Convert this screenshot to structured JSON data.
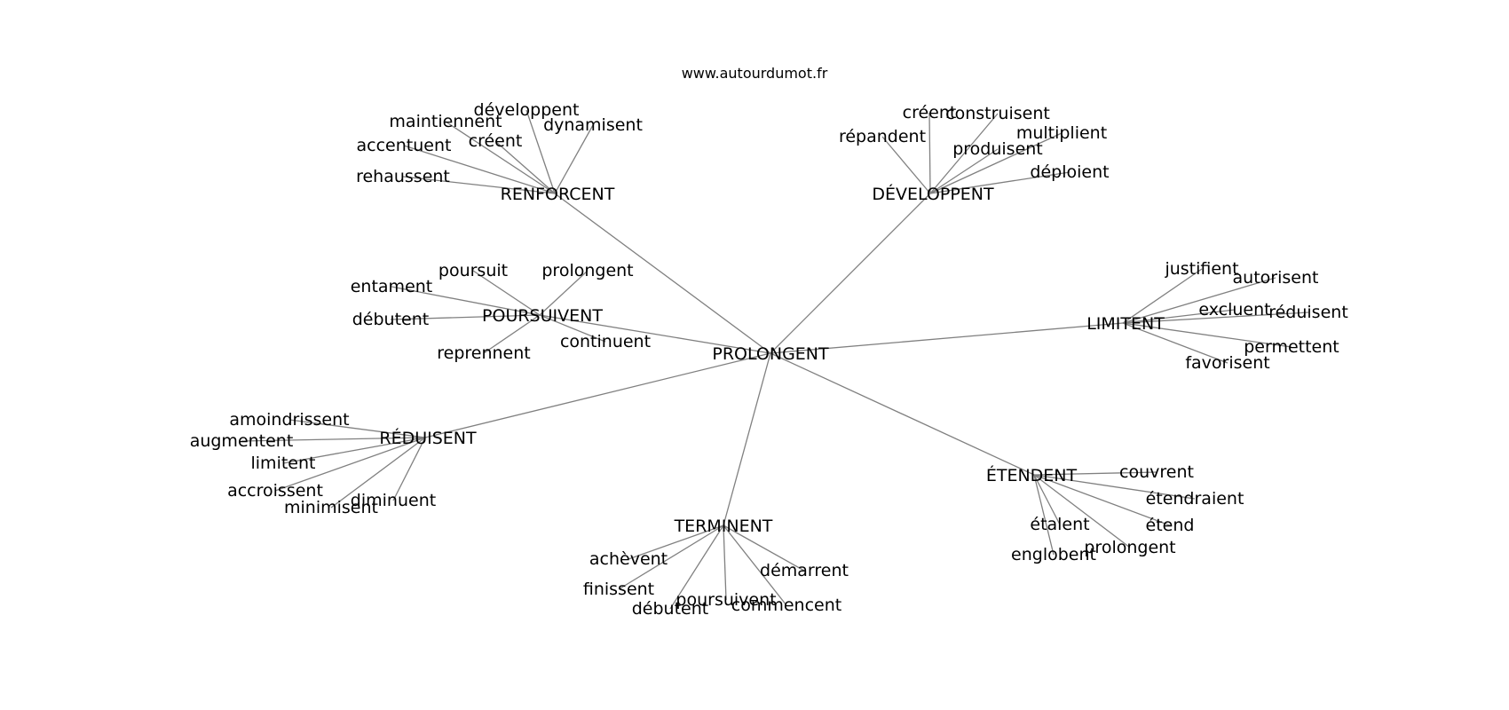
{
  "source": "www.autourdumot.fr",
  "colors": {
    "edge": "#808080",
    "text": "#000000",
    "background": "#ffffff"
  },
  "center": "PROLONGENT",
  "groups": [
    {
      "label": "RENFORCENT",
      "words": [
        "développent",
        "maintiennent",
        "dynamisent",
        "créent",
        "accentuent",
        "rehaussent"
      ]
    },
    {
      "label": "DÉVELOPPENT",
      "words": [
        "créent",
        "construisent",
        "répandent",
        "multiplient",
        "produisent",
        "déploient"
      ]
    },
    {
      "label": "POURSUIVENT",
      "words": [
        "poursuit",
        "prolongent",
        "entament",
        "débutent",
        "continuent",
        "reprennent"
      ]
    },
    {
      "label": "LIMITENT",
      "words": [
        "justifient",
        "autorisent",
        "excluent",
        "réduisent",
        "permettent",
        "favorisent"
      ]
    },
    {
      "label": "RÉDUISENT",
      "words": [
        "amoindrissent",
        "augmentent",
        "limitent",
        "accroissent",
        "minimisent",
        "diminuent"
      ]
    },
    {
      "label": "ÉTENDENT",
      "words": [
        "couvrent",
        "étendraient",
        "étalent",
        "étend",
        "prolongent",
        "englobent"
      ]
    },
    {
      "label": "TERMINENT",
      "words": [
        "achèvent",
        "finissent",
        "démarrent",
        "poursuivent",
        "débutent",
        "commencent"
      ]
    }
  ]
}
